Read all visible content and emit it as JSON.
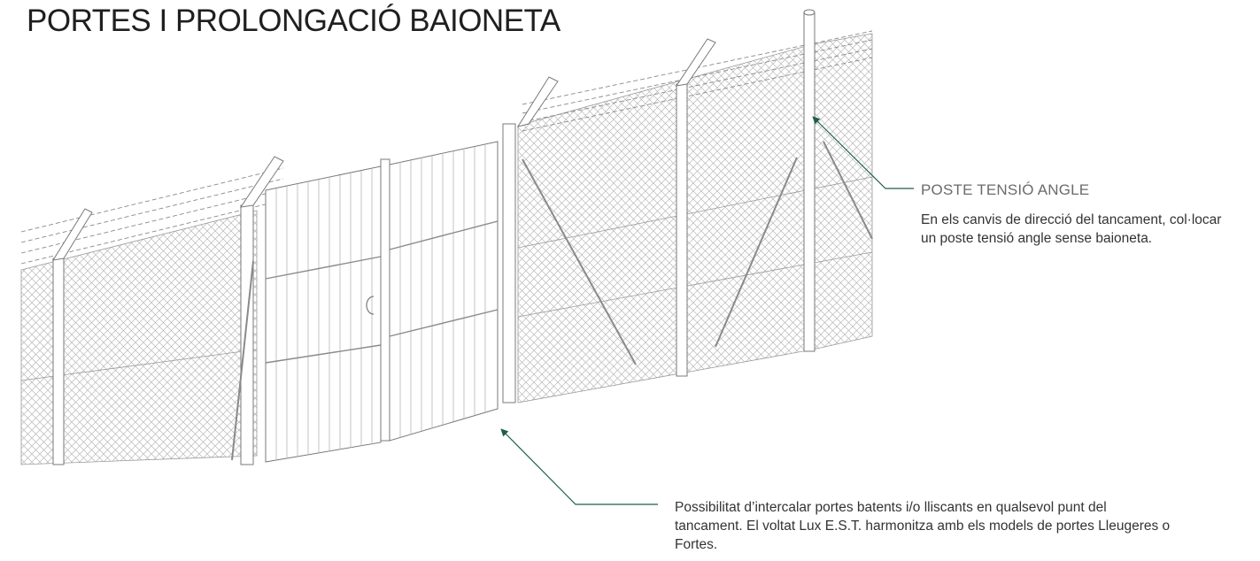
{
  "page_title": "PORTES I PROLONGACIÓ BAIONETA",
  "callout_angle_post": {
    "title": "POSTE TENSIÓ ANGLE",
    "text": "En els canvis de direcció del tancament, col·locar un poste tensió angle sense baioneta."
  },
  "callout_gates": {
    "text": "Possibilitat d’intercalar portes batents i/o lliscants en qualsevol punt del tancament. El voltat Lux E.S.T. harmonitza amb els models de portes Lleugeres o Fortes."
  },
  "colors": {
    "accent_line": "#1e5e45",
    "drawing_stroke": "#7a7a7a",
    "text_gray": "#6b6b6b"
  }
}
